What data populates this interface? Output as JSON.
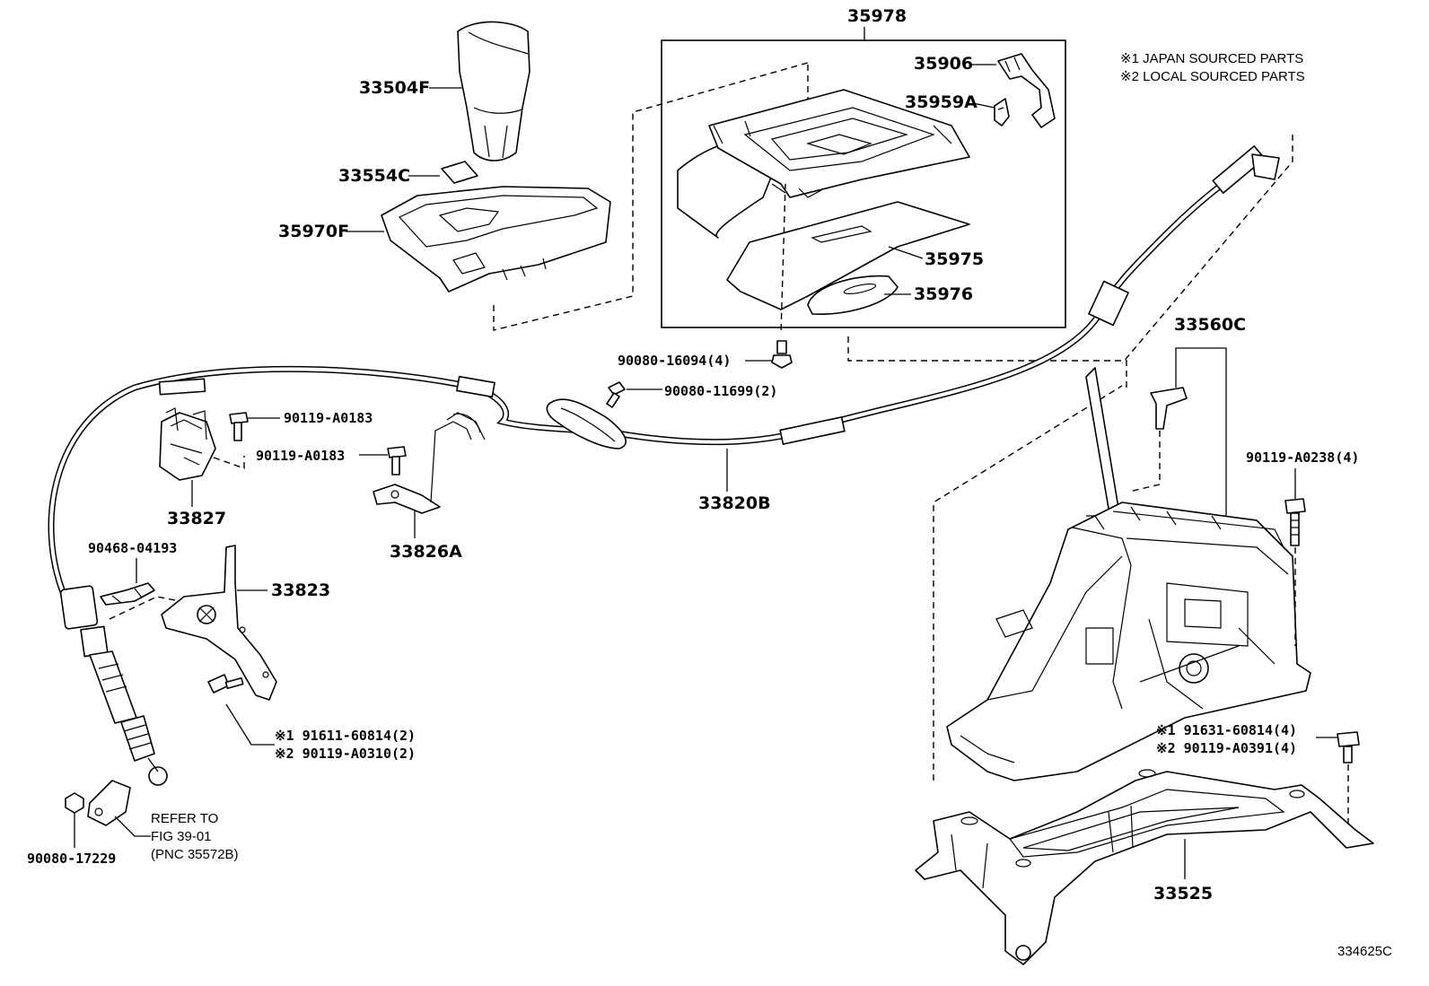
{
  "notes": {
    "note1": "※1 JAPAN SOURCED PARTS",
    "note2": "※2 LOCAL SOURCED PARTS"
  },
  "labels": {
    "p35978": "35978",
    "p35906": "35906",
    "p35959a": "35959A",
    "p35975": "35975",
    "p35976": "35976",
    "p33504f": "33504F",
    "p33554c": "33554C",
    "p35970f": "35970F",
    "p90080_16094": "90080-16094(4)",
    "p90080_11699": "90080-11699(2)",
    "p90119_a0183_a": "90119-A0183",
    "p90119_a0183_b": "90119-A0183",
    "p33827": "33827",
    "p33826a": "33826A",
    "p33820b": "33820B",
    "p33560c": "33560C",
    "p90119_a0238": "90119-A0238(4)",
    "p90468_04193": "90468-04193",
    "p33823": "33823",
    "p91611_line": "※1 91611-60814(2)",
    "p90119_a0310_line": "※2 90119-A0310(2)",
    "p91631_line": "※1 91631-60814(4)",
    "p90119_a0391_line": "※2 90119-A0391(4)",
    "refer_line1": "REFER TO",
    "refer_line2": "FIG 39-01",
    "refer_line3": "(PNC 35572B)",
    "p90080_17229": "90080-17229",
    "p33525": "33525",
    "figure_id": "334625C"
  }
}
